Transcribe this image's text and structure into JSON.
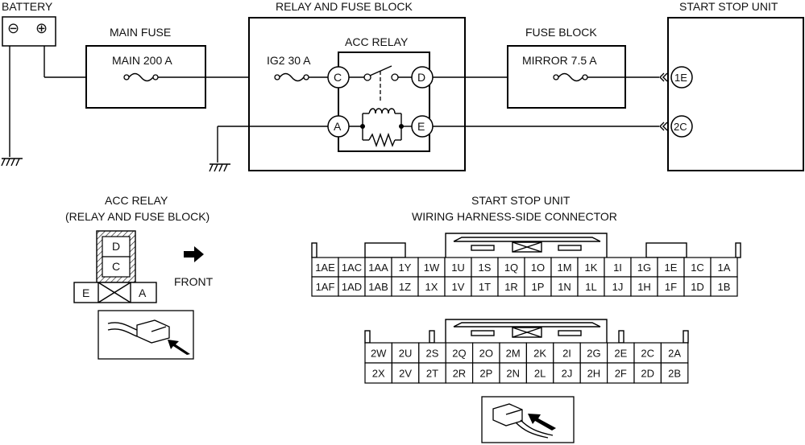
{
  "battery": {
    "label": "BATTERY",
    "neg": "⊖",
    "pos": "⊕"
  },
  "main_fuse": {
    "title": "MAIN FUSE",
    "label": "MAIN 200 A"
  },
  "relay_block": {
    "title": "RELAY AND FUSE BLOCK",
    "fuse_label": "IG2 30 A",
    "relay_title": "ACC RELAY",
    "terminals": {
      "c": "C",
      "d": "D",
      "a": "A",
      "e": "E"
    }
  },
  "fuse_block": {
    "title": "FUSE BLOCK",
    "label": "MIRROR 7.5 A"
  },
  "start_stop_unit": {
    "title": "START STOP UNIT",
    "pin_1e": "1E",
    "pin_2c": "2C"
  },
  "acc_relay_view": {
    "title_line1": "ACC RELAY",
    "title_line2": "(RELAY AND FUSE BLOCK)",
    "cells": [
      "D",
      "C",
      "E",
      "A"
    ],
    "front": "FRONT"
  },
  "connector_view": {
    "title_line1": "START STOP UNIT",
    "title_line2": "WIRING HARNESS-SIDE CONNECTOR",
    "conn1_row1": [
      "1AE",
      "1AC",
      "1AA",
      "1Y",
      "1W",
      "1U",
      "1S",
      "1Q",
      "1O",
      "1M",
      "1K",
      "1I",
      "1G",
      "1E",
      "1C",
      "1A"
    ],
    "conn1_row2": [
      "1AF",
      "1AD",
      "1AB",
      "1Z",
      "1X",
      "1V",
      "1T",
      "1R",
      "1P",
      "1N",
      "1L",
      "1J",
      "1H",
      "1F",
      "1D",
      "1B"
    ],
    "conn2_row1": [
      "2W",
      "2U",
      "2S",
      "2Q",
      "2O",
      "2M",
      "2K",
      "2I",
      "2G",
      "2E",
      "2C",
      "2A"
    ],
    "conn2_row2": [
      "2X",
      "2V",
      "2T",
      "2R",
      "2P",
      "2N",
      "2L",
      "2J",
      "2H",
      "2F",
      "2D",
      "2B"
    ]
  }
}
